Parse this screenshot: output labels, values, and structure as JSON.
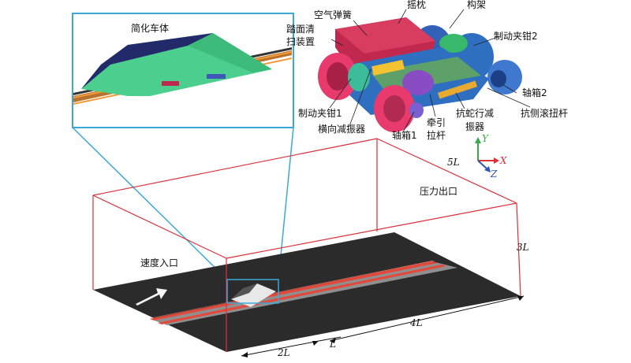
{
  "inset": {
    "title": "简化车体"
  },
  "bogie_labels": {
    "air_spring": "空气弹簧",
    "bolster": "摇枕",
    "frame": "构架",
    "scraper_l1": "踏面清",
    "scraper_l2": "扫装置",
    "brake2": "制动夹钳2",
    "axlebox2": "轴箱2",
    "brake1": "制动夹钳1",
    "lateral_damper": "横向减振器",
    "axlebox1": "轴箱1",
    "traction_l1": "牵引",
    "traction_l2": "拉杆",
    "yaw_l1": "抗蛇行减",
    "yaw_l2": "振器",
    "anti_roll": "抗侧滚扭杆"
  },
  "axes": {
    "x": "X",
    "y": "Y",
    "z": "Z"
  },
  "domain": {
    "velocity_inlet": "速度入口",
    "pressure_outlet": "压力出口",
    "dim_length": "5L",
    "dim_height": "3L",
    "dim_downstream": "4L",
    "dim_upstream": "2L",
    "dim_train": "L"
  },
  "colors": {
    "domain_edge": "#d9303a",
    "inset_frame": "#3ba8d8",
    "ground": "#2b2b2b",
    "rail": "#e4483a",
    "car_body_top": "#232a6a",
    "car_body_side": "#4ccf8e",
    "bolster": "#c0284d",
    "wheel": "#e83a6c",
    "frame_blue": "#2f6fc0"
  }
}
